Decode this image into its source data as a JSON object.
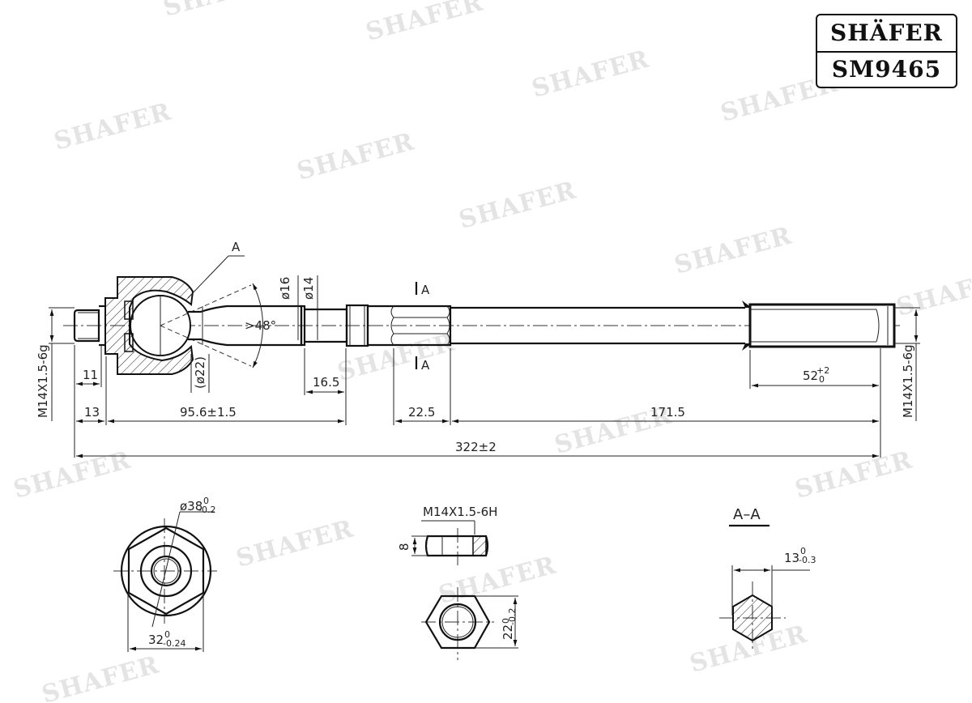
{
  "title_block": {
    "brand": "SHÄFER",
    "part_number": "SM9465"
  },
  "watermark": {
    "text": "SHAFER",
    "color": "#e4e4e4"
  },
  "main_view": {
    "section_label": "A",
    "section_marks": [
      "A",
      "A"
    ],
    "thread_left": "M14X1.5-6g",
    "thread_right": "M14X1.5-6g",
    "angle": ">48°",
    "ball_diameter": "(ø22)",
    "shaft_d1": "ø16",
    "shaft_d2": "ø14",
    "dims": {
      "d11": "11",
      "d13": "13",
      "d95": "95.6±1.5",
      "d16_5": "16.5",
      "d22_5": "22.5",
      "d171_5": "171.5",
      "d52": "52",
      "d52_upper": "+2",
      "d52_lower": "0",
      "total": "322±2"
    }
  },
  "end_view": {
    "outer_d": "ø38",
    "outer_d_upper": "0",
    "outer_d_lower": "-0.2",
    "across_flats": "32",
    "across_flats_upper": "0",
    "across_flats_lower": "-0.24"
  },
  "nut_view": {
    "thread": "M14X1.5-6H",
    "height": "8",
    "across_flats": "22",
    "across_flats_upper": "0",
    "across_flats_lower": "-0.2"
  },
  "section_view": {
    "title": "A–A",
    "across_flats": "13",
    "across_flats_upper": "0",
    "across_flats_lower": "-0.3"
  }
}
